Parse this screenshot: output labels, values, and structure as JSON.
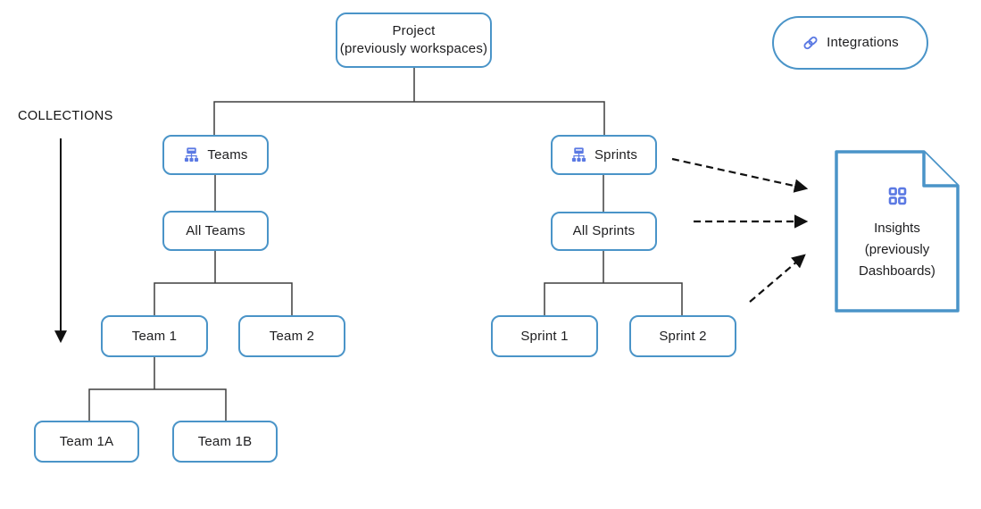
{
  "collections": {
    "label": "COLLECTIONS"
  },
  "tree": {
    "project": {
      "line1": "Project",
      "line2": "(previously workspaces)"
    },
    "teams": {
      "label": "Teams",
      "icon": "org-chart-icon"
    },
    "all_teams": {
      "label": "All Teams"
    },
    "team1": {
      "label": "Team 1"
    },
    "team2": {
      "label": "Team 2"
    },
    "team1a": {
      "label": "Team 1A"
    },
    "team1b": {
      "label": "Team 1B"
    },
    "sprints": {
      "label": "Sprints",
      "icon": "org-chart-icon"
    },
    "all_sprints": {
      "label": "All Sprints"
    },
    "sprint1": {
      "label": "Sprint 1"
    },
    "sprint2": {
      "label": "Sprint 2"
    }
  },
  "integrations": {
    "label": "Integrations",
    "icon": "link-icon"
  },
  "insights": {
    "line1": "Insights",
    "line2": "(previously",
    "line3": "Dashboards)",
    "icon": "dashboard-grid-icon"
  },
  "colors": {
    "box_border": "#4a94c8",
    "icon_blue": "#5b79e3",
    "connector_line": "#3f3f3f",
    "arrow_black": "#111111",
    "text": "#1d1d1f",
    "background": "#ffffff"
  }
}
